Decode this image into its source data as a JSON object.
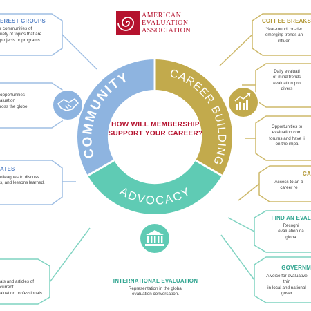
{
  "logo": {
    "line1": "AMERICAN",
    "line2": "EVALUATION",
    "line3": "ASSOCIATION",
    "brand_color": "#b5122e"
  },
  "center_question": {
    "line1": "HOW WILL MEMBERSHIP",
    "line2": "SUPPORT YOUR CAREER?"
  },
  "segments": {
    "community": {
      "label": "COMMUNITY",
      "color": "#8eb4e0",
      "icon": "handshake-icon"
    },
    "career_building": {
      "label": "CAREER BUILDING",
      "color": "#c2aa4c",
      "icon": "growth-chart-icon"
    },
    "advocacy": {
      "label": "ADVOCACY",
      "color": "#5fcbb4",
      "icon": "government-building-icon"
    }
  },
  "left_items": [
    {
      "title": "EREST GROUPS",
      "text": [
        "r communities of",
        "riety of topics that are",
        "projects or programs."
      ]
    },
    {
      "title": "",
      "text": [
        "opportunities",
        "aluation",
        "ross the globe."
      ]
    },
    {
      "title": "ATES",
      "text": [
        "olleagues to discuss",
        "s, and lessons learned."
      ]
    },
    {
      "title": "",
      "text": [
        "als and articles of current",
        "aluation professionals."
      ]
    }
  ],
  "right_items": [
    {
      "title": "COFFEE BREAKS",
      "text": [
        "Year-round, on-der",
        "emerging trends an",
        "influen"
      ]
    },
    {
      "title": "",
      "text": [
        "Daily evaluati",
        "of-mind trends",
        "evaluation pro",
        "divers"
      ]
    },
    {
      "title": "",
      "text": [
        "Opportunities to",
        "evaluation com",
        "forums and have li",
        "on the impa"
      ]
    },
    {
      "title": "CA",
      "text": [
        "Access to an a",
        "career re"
      ]
    },
    {
      "title": "FIND AN EVAL",
      "text": [
        "Recogni",
        "evaluation da",
        "globa"
      ]
    },
    {
      "title": "GOVERNM",
      "text": [
        "A voice for evaluative thin",
        "in local and national gover"
      ]
    }
  ],
  "bottom_item": {
    "title": "INTERNATIONAL EVALUATION",
    "text": [
      "Representation in the global",
      "evaluation conversation."
    ]
  },
  "colors": {
    "blue": "#8eb4e0",
    "gold": "#c2aa4c",
    "teal": "#5fcbb4",
    "outline_blue": "#9dbde3",
    "outline_gold": "#cdb869",
    "outline_teal": "#7fd3c1",
    "accent_red": "#b5122e"
  }
}
